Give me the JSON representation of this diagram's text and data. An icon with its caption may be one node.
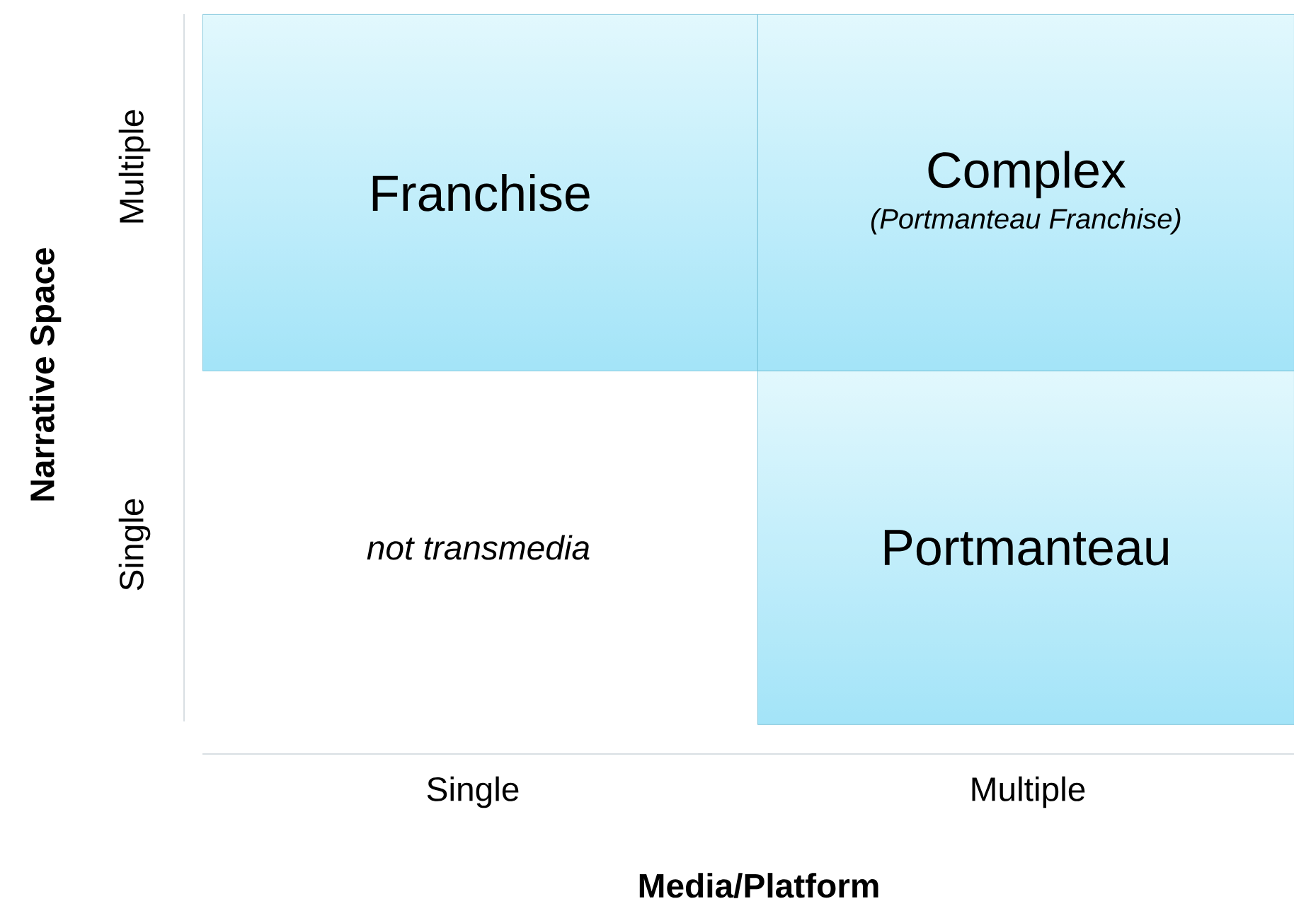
{
  "diagram": {
    "nodes": [
      {
        "text": [
          "Franchise"
        ]
      },
      {
        "text": [
          "Complex",
          "(Portmanteau Franchise)"
        ]
      },
      {
        "text": [
          "Portmanteau"
        ]
      }
    ],
    "labels": [
      "Narrative Space",
      "Multiple",
      "Single",
      "not transmedia",
      "Single",
      "Multiple",
      "Media/Platform"
    ]
  }
}
